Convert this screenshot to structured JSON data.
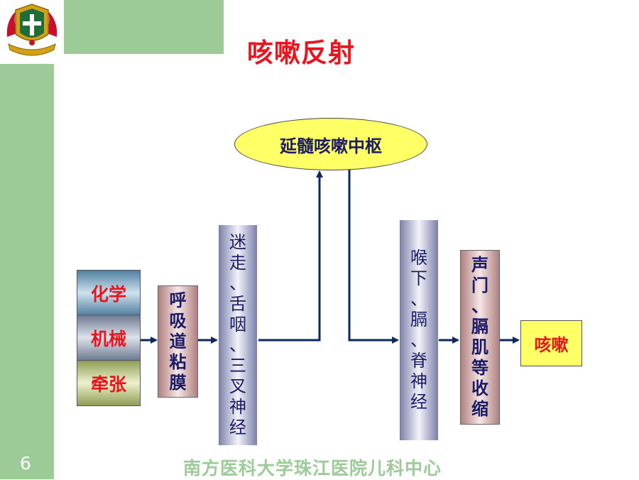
{
  "slide": {
    "title": "咳嗽反射",
    "page_number": "6",
    "footer": "南方医科大学珠江医院儿科中心"
  },
  "diagram": {
    "center": "延髓咳嗽中枢",
    "stimuli": [
      "化学",
      "机械",
      "牵张"
    ],
    "receptor": [
      "呼",
      "吸",
      "道",
      "粘",
      "膜"
    ],
    "afferent": [
      "迷",
      "走",
      "、",
      "舌",
      "咽",
      "、",
      "三",
      "叉",
      "神",
      "经"
    ],
    "efferent": [
      "喉",
      "下",
      "、",
      "膈",
      "、",
      "脊",
      "神",
      "经"
    ],
    "effector": [
      "声",
      "门",
      "、",
      "膈",
      "肌",
      "等",
      "收",
      "缩"
    ],
    "result": "咳嗽"
  },
  "colors": {
    "frame_green": "#9ccb98",
    "title_red": "#e8151e",
    "arrow_navy": "#0b2a5b",
    "highlight_yellow": "#ffff66"
  }
}
